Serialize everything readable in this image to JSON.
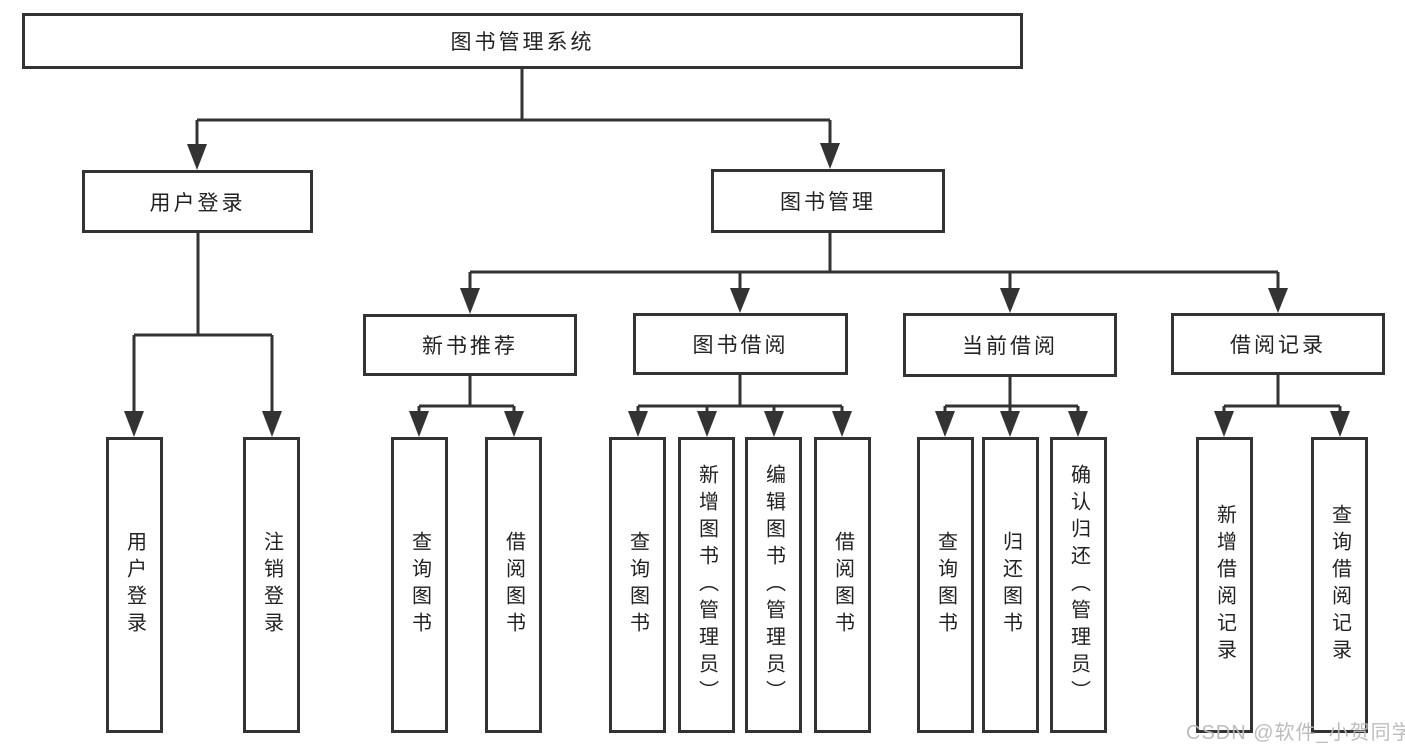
{
  "diagram": {
    "type": "hierarchy",
    "root": {
      "label": "图书管理系统"
    },
    "level2": {
      "user_login": {
        "label": "用户登录"
      },
      "book_management": {
        "label": "图书管理"
      }
    },
    "level3": {
      "new_book_recommend": {
        "label": "新书推荐",
        "parent": "图书管理"
      },
      "book_borrowing": {
        "label": "图书借阅",
        "parent": "图书管理"
      },
      "current_borrowing": {
        "label": "当前借阅",
        "parent": "图书管理"
      },
      "borrowing_records": {
        "label": "借阅记录",
        "parent": "图书管理"
      }
    },
    "leaves": {
      "user_login": {
        "label": "用户登录",
        "parent": "用户登录"
      },
      "logout": {
        "label": "注销登录",
        "parent": "用户登录"
      },
      "nb_query_books": {
        "label": "查询图书",
        "parent": "新书推荐"
      },
      "nb_borrow_books": {
        "label": "借阅图书",
        "parent": "新书推荐"
      },
      "bb_query_books": {
        "label": "查询图书",
        "parent": "图书借阅"
      },
      "bb_add_books": {
        "label": "新增图书（管理员）",
        "parent": "图书借阅"
      },
      "bb_edit_books": {
        "label": "编辑图书（管理员）",
        "parent": "图书借阅"
      },
      "bb_borrow_books": {
        "label": "借阅图书",
        "parent": "图书借阅"
      },
      "cb_query_books": {
        "label": "查询图书",
        "parent": "当前借阅"
      },
      "cb_return_books": {
        "label": "归还图书",
        "parent": "当前借阅"
      },
      "cb_confirm_return": {
        "label": "确认归还（管理员）",
        "parent": "当前借阅"
      },
      "br_add_record": {
        "label": "新增借阅记录",
        "parent": "借阅记录"
      },
      "br_query_record": {
        "label": "查询借阅记录",
        "parent": "借阅记录"
      }
    }
  },
  "watermark": "CSDN @软件_小贺同学",
  "colors": {
    "line": "#333333",
    "box_border": "#333333",
    "text": "#222222",
    "watermark": "#b9b9b9",
    "background": "#ffffff"
  }
}
